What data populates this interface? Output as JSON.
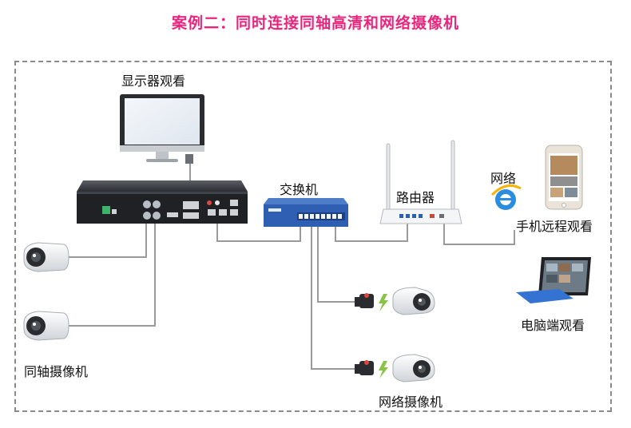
{
  "title": "案例二：同时连接同轴高清和网络摄像机",
  "labels": {
    "monitor": "显示器观看",
    "switch": "交换机",
    "router": "路由器",
    "network": "网络",
    "phone": "手机远程观看",
    "pc": "电脑端观看",
    "coax_cameras": "同轴摄像机",
    "ip_cameras": "网络摄像机"
  },
  "icons": {
    "browser": "ie-browser-icon",
    "power": "power-adapter-icon"
  },
  "colors": {
    "title": "#e8267d",
    "switch_body": "#2f5fb3",
    "frame": "#8a8a8a",
    "cable": "#9a9a9a"
  }
}
